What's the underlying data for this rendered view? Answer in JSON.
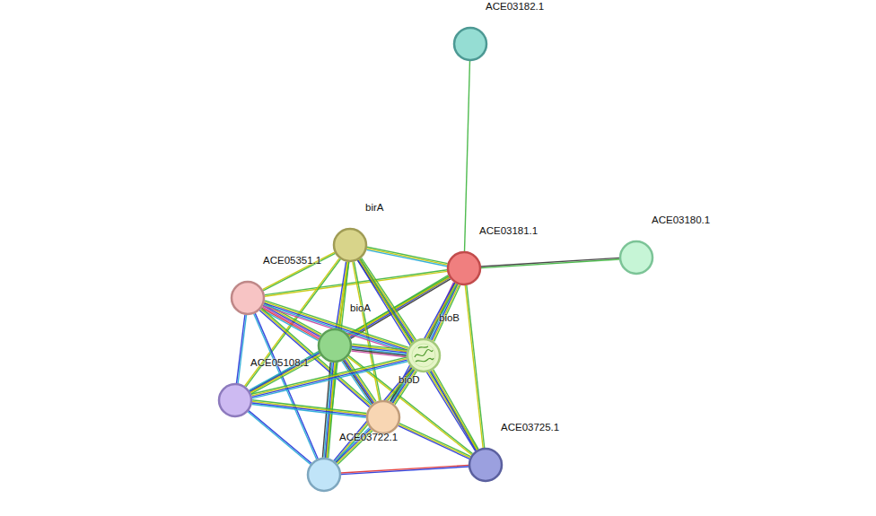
{
  "diagram": {
    "nodes": [
      {
        "text": [
          "ACE03182.1"
        ]
      },
      {
        "text": [
          "birA"
        ]
      },
      {
        "text": [
          "ACE03181.1"
        ]
      },
      {
        "text": [
          "ACE03180.1"
        ]
      },
      {
        "text": [
          "ACE05351.1"
        ]
      },
      {
        "text": [
          "bioA"
        ]
      },
      {
        "text": [
          "bioB"
        ]
      },
      {
        "text": [
          "ACE05108.1"
        ]
      },
      {
        "text": [
          "bioD"
        ]
      },
      {
        "text": [
          "ACE03722.1"
        ]
      },
      {
        "text": [
          "ACE03725.1"
        ]
      }
    ],
    "edges": [
      {
        "from": 0,
        "to": 2,
        "arrow": "none"
      },
      {
        "from": 2,
        "to": 3,
        "arrow": "none"
      },
      {
        "from": 1,
        "to": 2,
        "arrow": "none"
      },
      {
        "from": 4,
        "to": 2,
        "arrow": "none"
      },
      {
        "from": 5,
        "to": 2,
        "arrow": "none"
      },
      {
        "from": 2,
        "to": 6,
        "arrow": "none"
      },
      {
        "from": 2,
        "to": 8,
        "arrow": "none"
      },
      {
        "from": 2,
        "to": 10,
        "arrow": "none"
      },
      {
        "from": 7,
        "to": 2,
        "arrow": "none"
      },
      {
        "from": 1,
        "to": 4,
        "arrow": "none"
      },
      {
        "from": 1,
        "to": 5,
        "arrow": "none"
      },
      {
        "from": 1,
        "to": 6,
        "arrow": "none"
      },
      {
        "from": 1,
        "to": 8,
        "arrow": "none"
      },
      {
        "from": 1,
        "to": 9,
        "arrow": "none"
      },
      {
        "from": 1,
        "to": 7,
        "arrow": "none"
      },
      {
        "from": 1,
        "to": 10,
        "arrow": "none"
      },
      {
        "from": 4,
        "to": 5,
        "arrow": "none"
      },
      {
        "from": 4,
        "to": 6,
        "arrow": "none"
      },
      {
        "from": 4,
        "to": 7,
        "arrow": "none"
      },
      {
        "from": 4,
        "to": 8,
        "arrow": "none"
      },
      {
        "from": 4,
        "to": 9,
        "arrow": "none"
      },
      {
        "from": 5,
        "to": 6,
        "arrow": "none"
      },
      {
        "from": 5,
        "to": 7,
        "arrow": "none"
      },
      {
        "from": 5,
        "to": 8,
        "arrow": "none"
      },
      {
        "from": 5,
        "to": 9,
        "arrow": "none"
      },
      {
        "from": 5,
        "to": 10,
        "arrow": "none"
      },
      {
        "from": 7,
        "to": 6,
        "arrow": "none"
      },
      {
        "from": 6,
        "to": 8,
        "arrow": "none"
      },
      {
        "from": 6,
        "to": 9,
        "arrow": "none"
      },
      {
        "from": 6,
        "to": 10,
        "arrow": "none"
      },
      {
        "from": 7,
        "to": 8,
        "arrow": "none"
      },
      {
        "from": 7,
        "to": 9,
        "arrow": "none"
      },
      {
        "from": 8,
        "to": 9,
        "arrow": "none"
      },
      {
        "from": 8,
        "to": 10,
        "arrow": "none"
      },
      {
        "from": 9,
        "to": 10,
        "arrow": "none"
      }
    ]
  }
}
